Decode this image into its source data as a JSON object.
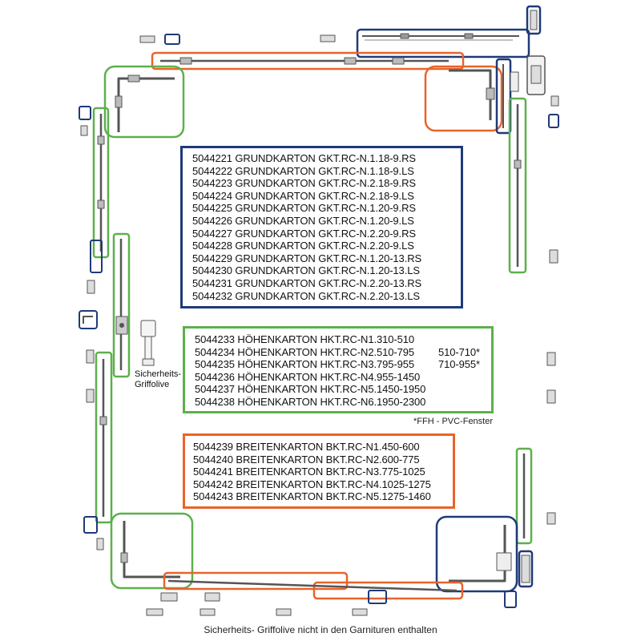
{
  "colors": {
    "grund": "#1f3a78",
    "hoehe": "#5db04c",
    "breite": "#e8642a",
    "hardware": "#555555"
  },
  "grundkarton": [
    "5044221 GRUNDKARTON GKT.RC-N.1.18-9.RS",
    "5044222 GRUNDKARTON GKT.RC-N.1.18-9.LS",
    "5044223 GRUNDKARTON GKT.RC-N.2.18-9.RS",
    "5044224 GRUNDKARTON GKT.RC-N.2.18-9.LS",
    "5044225 GRUNDKARTON GKT.RC-N.1.20-9.RS",
    "5044226 GRUNDKARTON GKT.RC-N.1.20-9.LS",
    "5044227 GRUNDKARTON GKT.RC-N.2.20-9.RS",
    "5044228 GRUNDKARTON GKT.RC-N.2.20-9.LS",
    "5044229 GRUNDKARTON GKT.RC-N.1.20-13.RS",
    "5044230 GRUNDKARTON GKT.RC-N.1.20-13.LS",
    "5044231 GRUNDKARTON GKT.RC-N.2.20-13.RS",
    "5044232 GRUNDKARTON GKT.RC-N.2.20-13.LS"
  ],
  "hoehenkarton": [
    {
      "text": "5044233 HÖHENKARTON HKT.RC-N1.310-510",
      "alt": ""
    },
    {
      "text": "5044234 HÖHENKARTON HKT.RC-N2.510-795",
      "alt": "510-710*"
    },
    {
      "text": "5044235 HÖHENKARTON HKT.RC-N3.795-955",
      "alt": "710-955*"
    },
    {
      "text": "5044236 HÖHENKARTON HKT.RC-N4.955-1450",
      "alt": ""
    },
    {
      "text": "5044237 HÖHENKARTON HKT.RC-N5.1450-1950",
      "alt": ""
    },
    {
      "text": "5044238 HÖHENKARTON HKT.RC-N6.1950-2300",
      "alt": ""
    }
  ],
  "breitenkarton": [
    "5044239 BREITENKARTON BKT.RC-N1.450-600",
    "5044240 BREITENKARTON BKT.RC-N2.600-775",
    "5044241 BREITENKARTON BKT.RC-N3.775-1025",
    "5044242 BREITENKARTON BKT.RC-N4.1025-1275",
    "5044243 BREITENKARTON BKT.RC-N5.1275-1460"
  ],
  "ffh_note": "*FFH - PVC-Fenster",
  "griffolive_label": [
    "Sicherheits-",
    "Griffolive"
  ],
  "footer": "Sicherheits- Griffolive nicht in den Garnituren enthalten"
}
